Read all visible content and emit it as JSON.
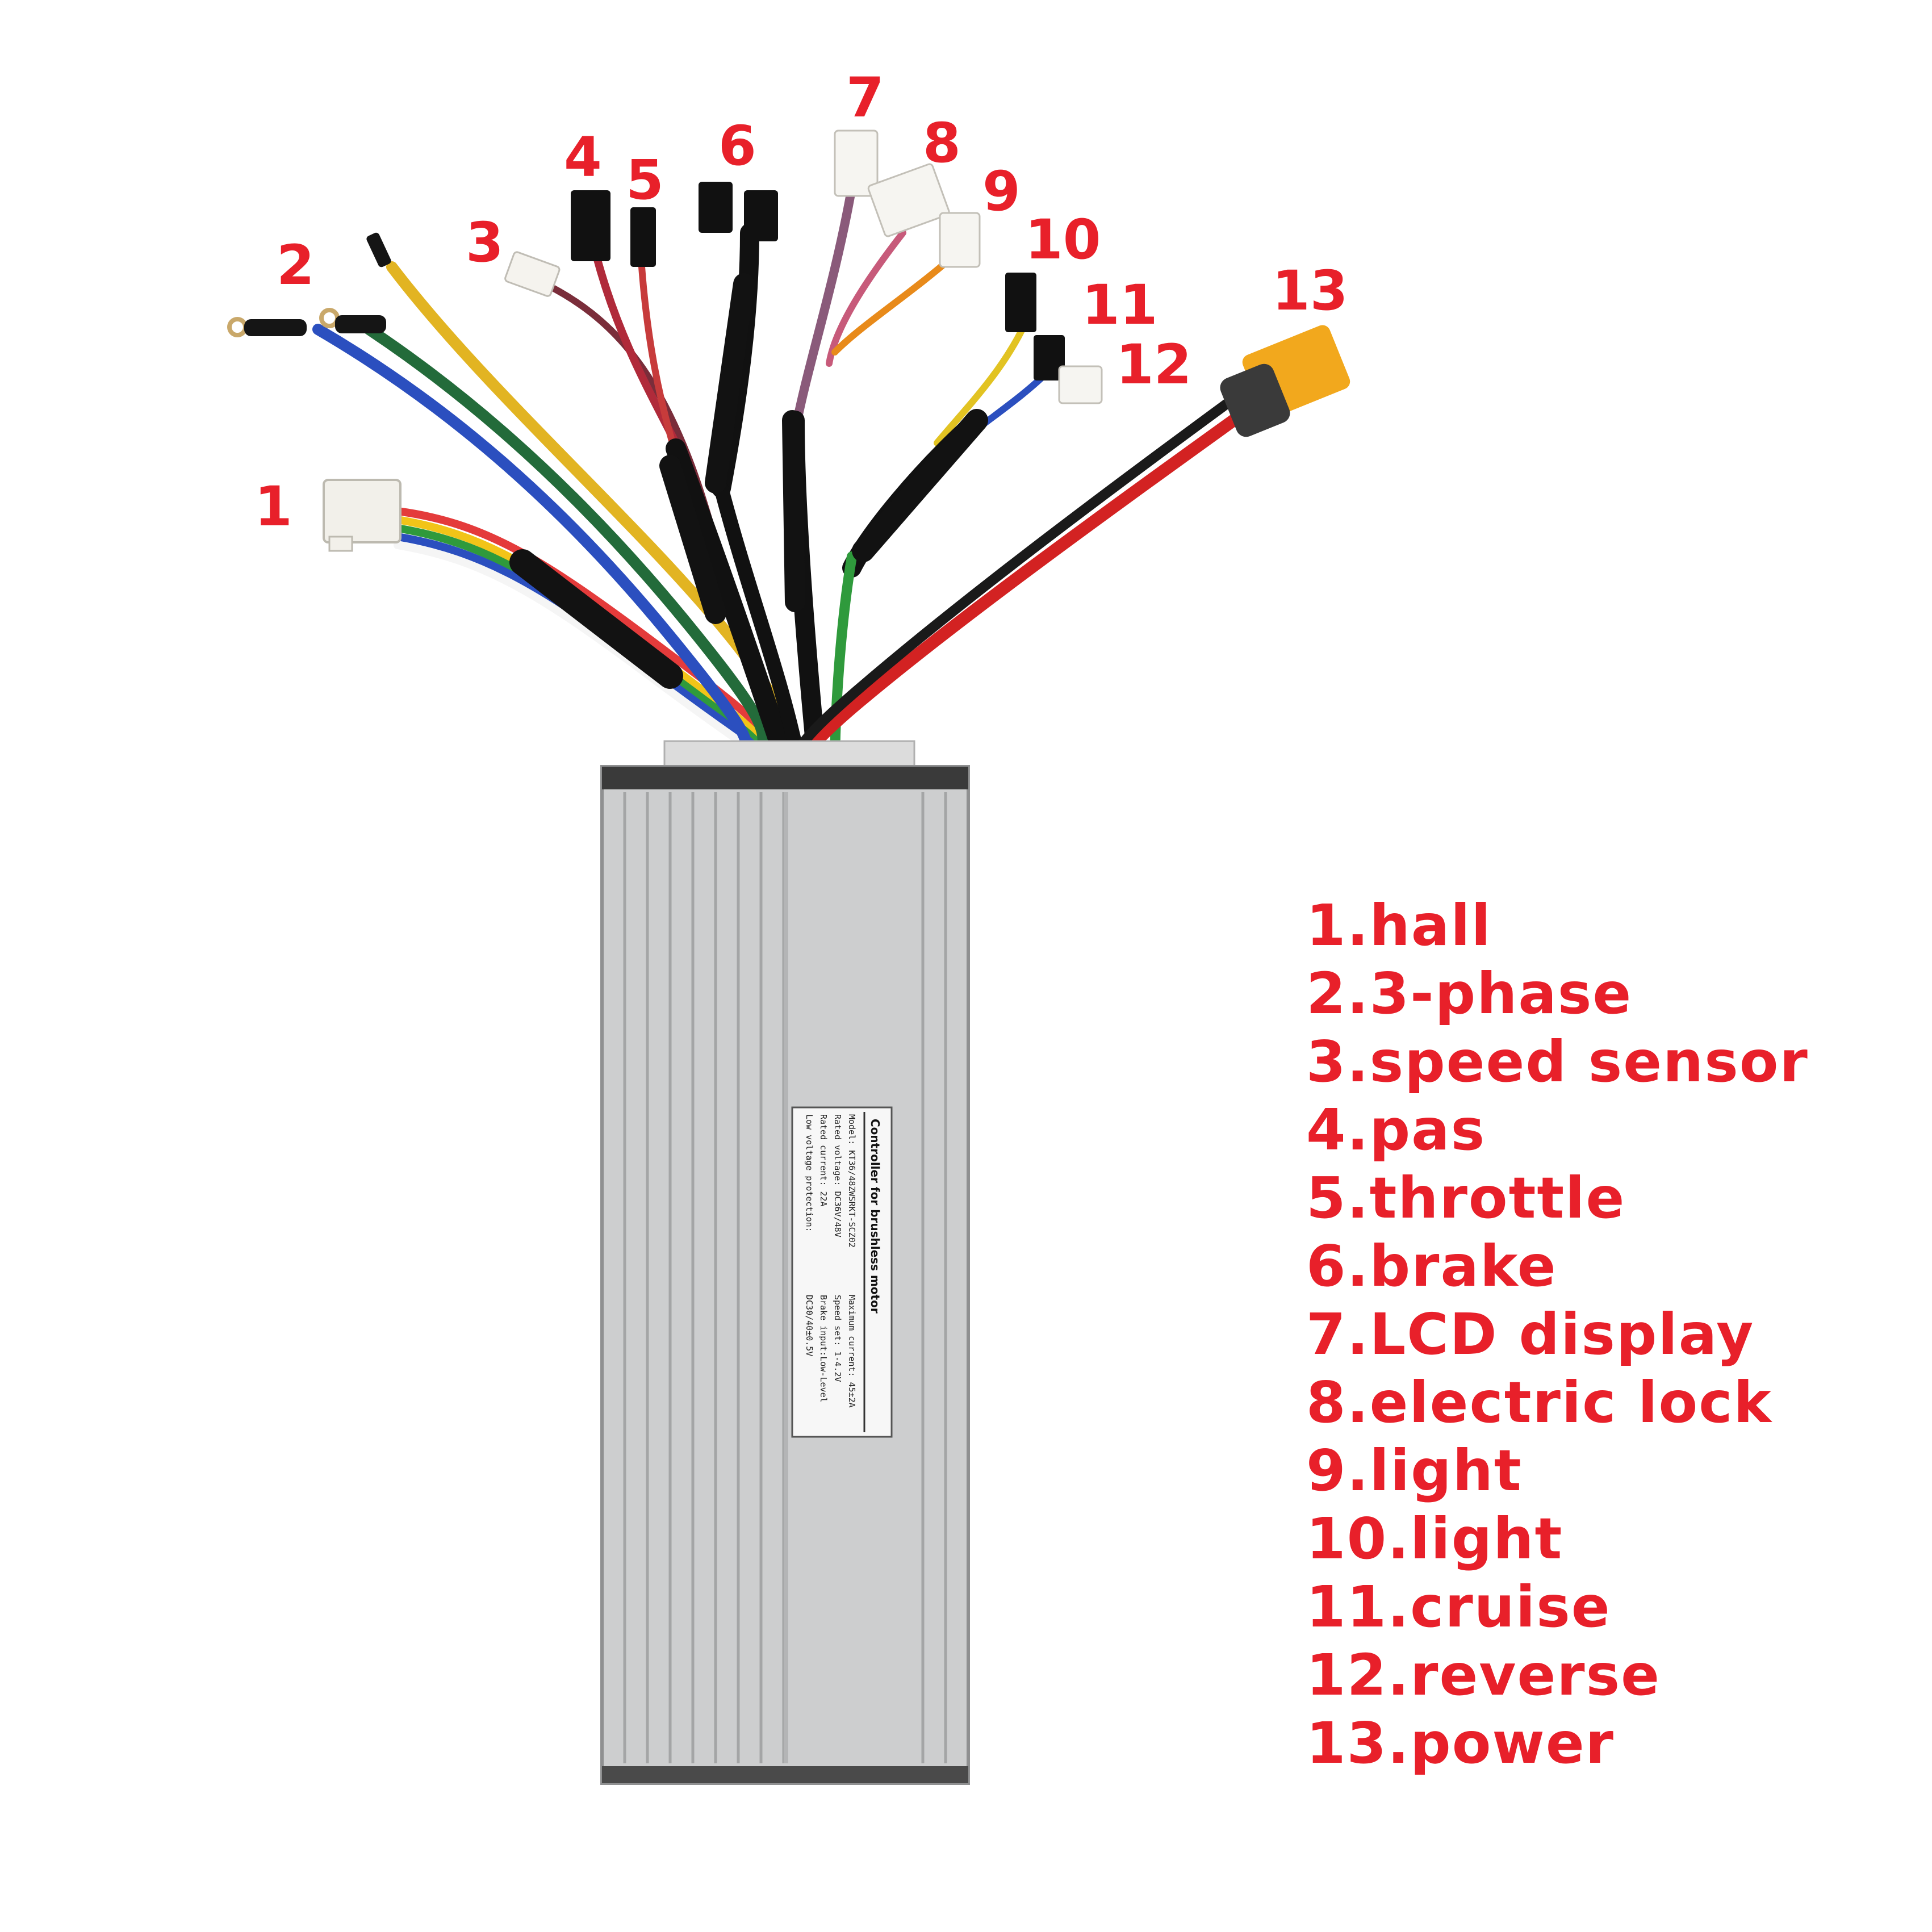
{
  "colors": {
    "accent": "#e8202a",
    "housing": "#c9cacb",
    "housing_dark": "#9a9b9c",
    "background": "#ffffff"
  },
  "callouts": [
    "1",
    "2",
    "3",
    "4",
    "5",
    "6",
    "7",
    "8",
    "9",
    "10",
    "11",
    "12",
    "13"
  ],
  "legend": [
    "1.hall",
    "2.3-phase",
    "3.speed sensor",
    "4.pas",
    "5.throttle",
    "6.brake",
    "7.LCD display",
    "8.electric lock",
    "9.light",
    "10.light",
    "11.cruise",
    "12.reverse",
    "13.power"
  ],
  "label": {
    "title": "Controller for brushless motor",
    "line1_left": "Model: KT36/48ZWSRKT-SCZ02",
    "line1_right": "Maximum current: 45±2A",
    "line2_left": "Rated voltage:   DC36V/48V",
    "line2_right": "Speed set: 1-4.2V",
    "line3_left": "Rated current:   22A",
    "line3_right": "Brake input:Low-Level",
    "line4_left": "Low voltage protection:",
    "line4_right": "DC30/40±0.5V"
  }
}
